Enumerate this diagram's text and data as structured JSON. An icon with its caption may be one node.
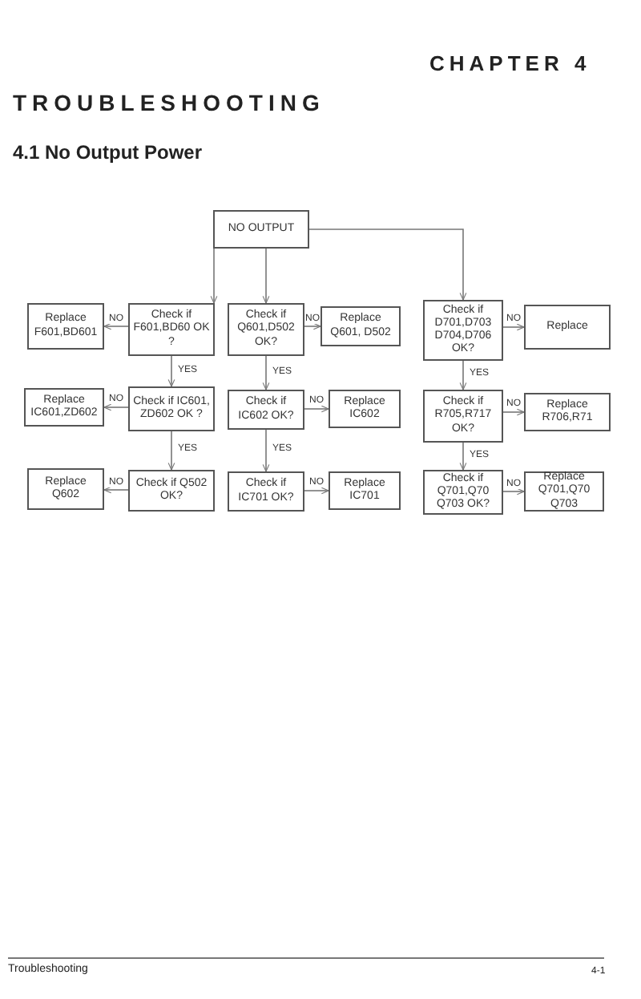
{
  "diagram": {
    "title": "4.1 No Output Power",
    "nodes": [
      {
        "text": [
          "NO OUTPUT"
        ]
      },
      {
        "text": [
          "Replace F601,BD601"
        ]
      },
      {
        "text": [
          "Check if F601,BD60 OK ?"
        ]
      },
      {
        "text": [
          "Check if Q601,D502 OK?"
        ]
      },
      {
        "text": [
          "Replace Q601, D502"
        ]
      },
      {
        "text": [
          "Check if D701,D703 D704,D706 OK?"
        ]
      },
      {
        "text": [
          "Replace"
        ]
      },
      {
        "text": [
          "Replace IC601,ZD602"
        ]
      },
      {
        "text": [
          "Check if IC601, ZD602 OK ?"
        ]
      },
      {
        "text": [
          "Check if IC602 OK?"
        ]
      },
      {
        "text": [
          "Replace IC602"
        ]
      },
      {
        "text": [
          "Check if R705,R717 OK?"
        ]
      },
      {
        "text": [
          "Replace R706,R71"
        ]
      },
      {
        "text": [
          "Replace Q602"
        ]
      },
      {
        "text": [
          "Check if Q502 OK?"
        ]
      },
      {
        "text": [
          "Check if IC701 OK?"
        ]
      },
      {
        "text": [
          "Replace IC701"
        ]
      },
      {
        "text": [
          "Check if Q701,Q70 Q703 OK?"
        ]
      },
      {
        "text": [
          "Replace Q701,Q70 Q703"
        ]
      }
    ],
    "edges": [
      {
        "from": 0,
        "to": 2,
        "arrow": "to"
      },
      {
        "from": 0,
        "to": 3,
        "arrow": "to"
      },
      {
        "from": 0,
        "to": 5,
        "arrow": "to"
      },
      {
        "from": 2,
        "to": 1,
        "arrow": "to",
        "label": "NO"
      },
      {
        "from": 2,
        "to": 8,
        "arrow": "to",
        "label": "YES"
      },
      {
        "from": 8,
        "to": 7,
        "arrow": "to",
        "label": "NO"
      },
      {
        "from": 8,
        "to": 14,
        "arrow": "to",
        "label": "YES"
      },
      {
        "from": 14,
        "to": 13,
        "arrow": "to",
        "label": "NO"
      },
      {
        "from": 3,
        "to": 4,
        "arrow": "to",
        "label": "NO"
      },
      {
        "from": 3,
        "to": 9,
        "arrow": "to",
        "label": "YES"
      },
      {
        "from": 9,
        "to": 10,
        "arrow": "to",
        "label": "NO"
      },
      {
        "from": 9,
        "to": 15,
        "arrow": "to",
        "label": "YES"
      },
      {
        "from": 15,
        "to": 16,
        "arrow": "to",
        "label": "NO"
      },
      {
        "from": 5,
        "to": 6,
        "arrow": "to",
        "label": "NO"
      },
      {
        "from": 5,
        "to": 11,
        "arrow": "to",
        "label": "YES"
      },
      {
        "from": 11,
        "to": 12,
        "arrow": "to",
        "label": "NO"
      },
      {
        "from": 11,
        "to": 17,
        "arrow": "to",
        "label": "YES"
      },
      {
        "from": 17,
        "to": 18,
        "arrow": "to",
        "label": "NO"
      }
    ],
    "labels": [
      "CHAPTER 4",
      "TROUBLESHOOTING",
      "Troubleshooting",
      "4-1"
    ]
  }
}
